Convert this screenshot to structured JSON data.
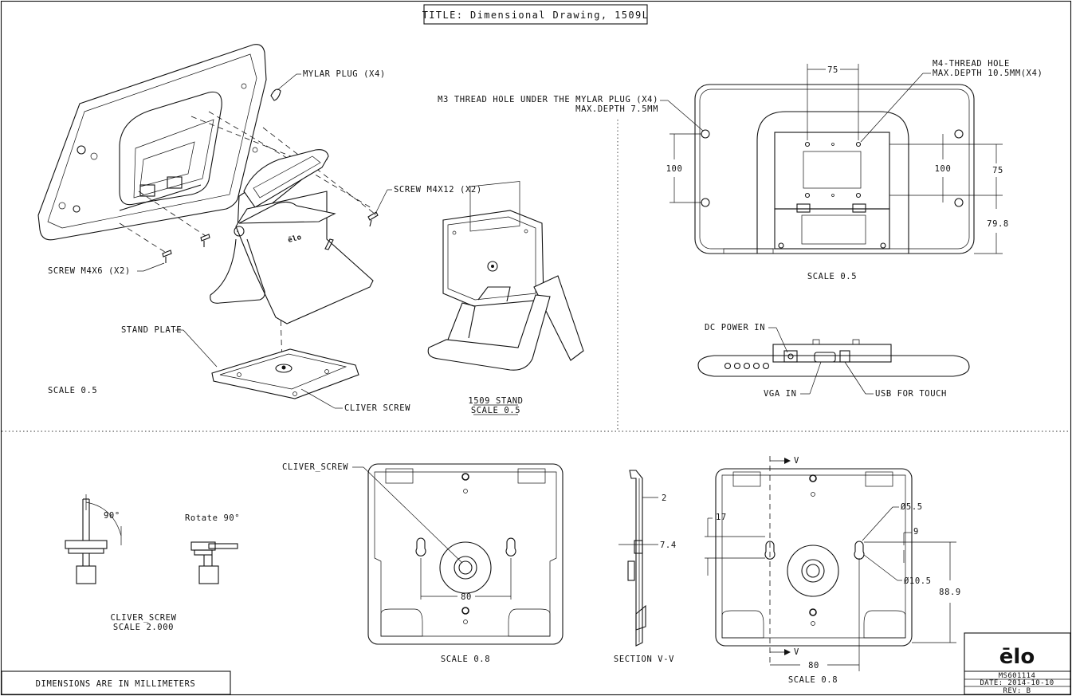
{
  "title": "TITLE: Dimensional Drawing, 1509L",
  "labels": {
    "mylar_plug": "MYLAR PLUG (X4)",
    "screw_m4x12": "SCREW M4X12 (X2)",
    "screw_m4x6": "SCREW M4X6 (X2)",
    "stand_plate": "STAND PLATE",
    "cliver_screw": "CLIVER SCREW",
    "m3_thread_1": "M3 THREAD HOLE UNDER THE MYLAR PLUG (X4)",
    "m3_thread_2": "MAX.DEPTH 7.5MM",
    "m4_thread_1": "M4-THREAD HOLE",
    "m4_thread_2": "MAX.DEPTH 10.5MM(X4)",
    "dc_power_in": "DC POWER IN",
    "vga_in": "VGA IN",
    "usb_for_touch": "USB FOR TOUCH",
    "stand_name": "1509 STAND",
    "cliver_screw_detail": "CLIVER_SCREW",
    "rotate": "Rotate 90°",
    "angle_90": "90°",
    "section": "SECTION  V-V",
    "section_v": "V",
    "dim_note": "DIMENSIONS ARE IN MILLIMETERS"
  },
  "scales": {
    "exploded": "SCALE  0.5",
    "stand": "SCALE  0.5",
    "rear": "SCALE  0.5",
    "cliver": "SCALE  2.000",
    "plate_left": "SCALE  0.8",
    "plate_right": "SCALE  0.8"
  },
  "dims": {
    "rear_75_top": "75",
    "rear_100_left": "100",
    "rear_100_inner": "100",
    "rear_75_right": "75",
    "rear_79_8": "79.8",
    "plate_80_left": "80",
    "section_2": "2",
    "section_7_4": "7.4",
    "plate_17": "17",
    "plate_dia_5_5": "Ø5.5",
    "plate_9": "9",
    "plate_dia_10_5": "Ø10.5",
    "plate_88_9": "88.9",
    "plate_80_right": "80"
  },
  "title_block": {
    "logo": "ēlo",
    "doc_number": "MS601114",
    "date": "DATE: 2014-10-10",
    "rev": "REV: B"
  }
}
